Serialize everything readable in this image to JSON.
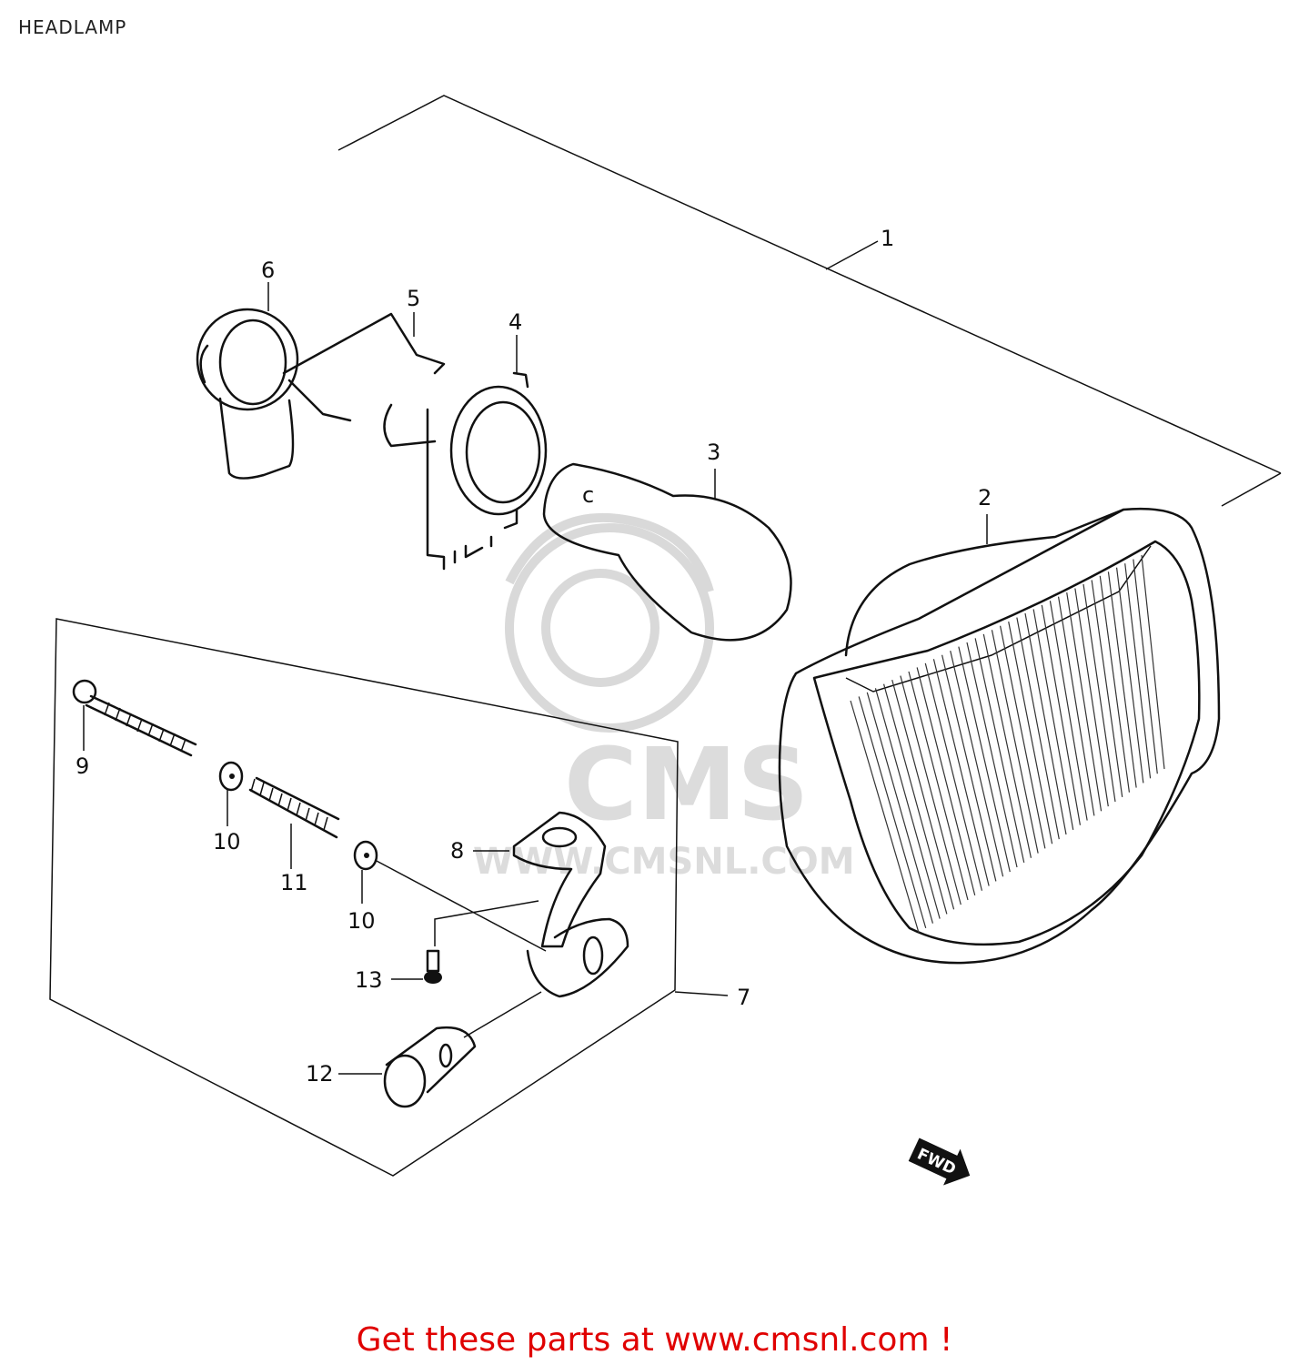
{
  "title": "HEADLAMP",
  "watermark": {
    "logo_text": "CMS",
    "url": "WWW.CMSNL.COM"
  },
  "fwd_label": "FWD",
  "callouts": [
    {
      "id": "c1",
      "label": "1"
    },
    {
      "id": "c2",
      "label": "2"
    },
    {
      "id": "c3",
      "label": "3"
    },
    {
      "id": "c4",
      "label": "4"
    },
    {
      "id": "c5",
      "label": "5"
    },
    {
      "id": "c6",
      "label": "6"
    },
    {
      "id": "c7",
      "label": "7"
    },
    {
      "id": "c8",
      "label": "8"
    },
    {
      "id": "c9",
      "label": "9"
    },
    {
      "id": "c10a",
      "label": "10"
    },
    {
      "id": "c10b",
      "label": "10"
    },
    {
      "id": "c11",
      "label": "11"
    },
    {
      "id": "c12",
      "label": "12"
    },
    {
      "id": "c13",
      "label": "13"
    }
  ],
  "bulb_mark": "c",
  "footer": "Get these parts at www.cmsnl.com !"
}
